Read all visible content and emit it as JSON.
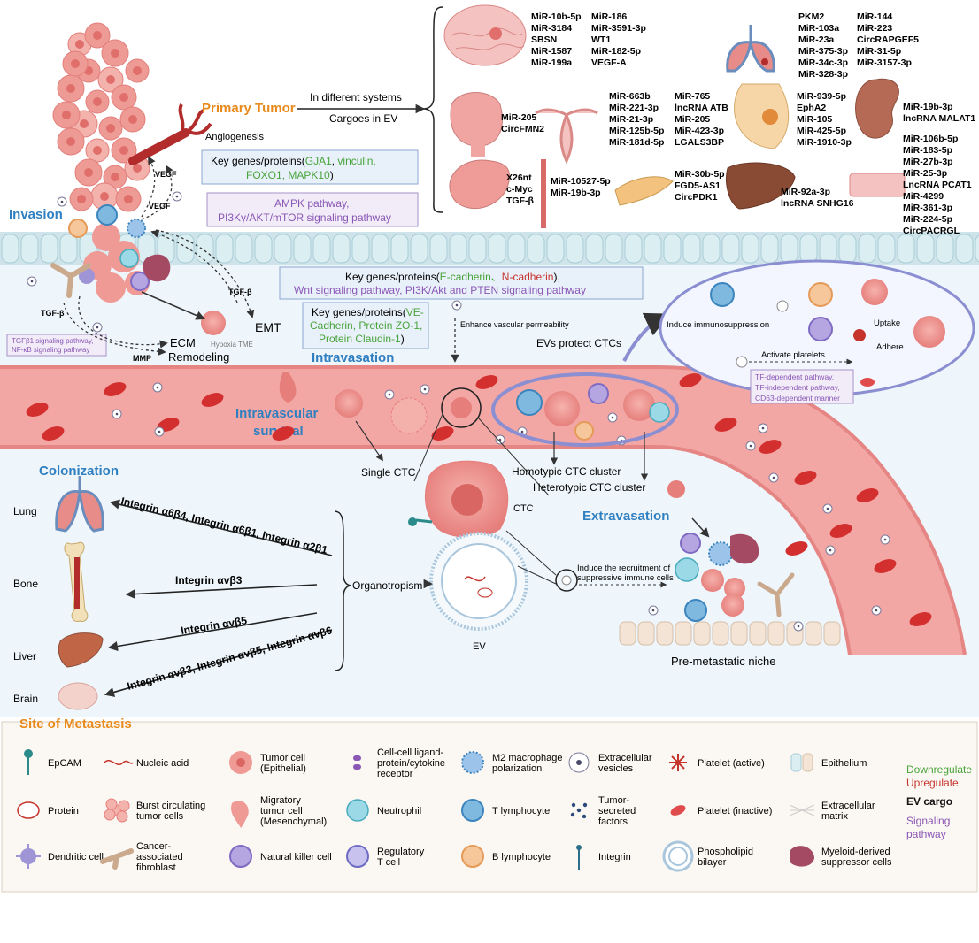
{
  "stages": {
    "primary_tumor": "Primary Tumor",
    "invasion": "Invasion",
    "intravasation": "Intravasation",
    "intravascular_survival_1": "Intravascular",
    "intravascular_survival_2": "survival",
    "colonization": "Colonization",
    "extravasation": "Extravasation",
    "site_of_metastasis": "Site of Metastasis"
  },
  "labels": {
    "angiogenesis": "Angiogenesis",
    "vegf": "VEGF",
    "tgfb": "TGF-β",
    "mmp": "MMP",
    "emt": "EMT",
    "ecm_1": "ECM",
    "ecm_2": "Remodeling",
    "hypoxia": "Hypoxia TME",
    "in_different_systems": "In different systems",
    "cargoes_in_ev": "Cargoes in EV",
    "enhance_permeability": "Enhance vascular permeability",
    "evs_protect": "EVs protect CTCs",
    "induce_immuno": "Induce immunosuppression",
    "uptake": "Uptake",
    "adhere": "Adhere",
    "activate_platelets": "Activate platelets",
    "single_ctc": "Single CTC",
    "homotypic": "Homotypic CTC cluster",
    "heterotypic": "Heterotypic CTC cluster",
    "ctc": "CTC",
    "ev": "EV",
    "organotropism": "Organotropism",
    "recruit_1": "Induce the recruitment of",
    "recruit_2": "suppressive immune cells",
    "pre_metastatic": "Pre-metastatic niche"
  },
  "boxes": {
    "gja1": {
      "prefix": "Key genes/proteins(",
      "items": [
        "GJA1",
        "vinculin,"
      ],
      "line2": [
        "FOXO1",
        "MAPK10"
      ],
      "suffix": ")"
    },
    "ampk_1": "AMPK pathway,",
    "ampk_2": "PI3Kγ/AKT/mTOR signaling pathway",
    "ecad": {
      "prefix": "Key genes/proteins(",
      "green": "E-cadherin、",
      "red": "N-cadherin",
      "suffix": "),",
      "line2": "Wnt signaling pathway, PI3K/Akt and PTEN signaling pathway"
    },
    "ve": {
      "prefix": "Key genes/proteins(",
      "g1": "VE-",
      "g2": "Cadherin, Protein ZO-1,",
      "g3": "Protein Claudin-1",
      "suffix": ")"
    },
    "tgfb1_1": "TGFβ1 signaling pathway,",
    "tgfb1_2": "NF-κB signaling pathway",
    "tf_1": "TF-dependent pathway,",
    "tf_2": "TF-independent pathway,",
    "tf_3": "CD63-dependent manner"
  },
  "cargo": {
    "brain_a": [
      "MiR-10b-5p",
      "MiR-3184",
      "SBSN",
      "MiR-1587",
      "MiR-199a"
    ],
    "brain_b": [
      "MiR-186",
      "MiR-3591-3p",
      "WT1",
      "MiR-182-5p",
      "VEGF-A"
    ],
    "lung_a": [
      "PKM2",
      "MiR-103a",
      "MiR-23a",
      "MiR-375-3p",
      "MiR-34c-3p",
      "MiR-328-3p"
    ],
    "lung_b": [
      "MiR-144",
      "MiR-223",
      "CircRAPGEF5",
      "MiR-31-5p",
      "MiR-3157-3p"
    ],
    "bladder": [
      "MiR-205",
      "CircFMN2"
    ],
    "uterus_a": [
      "MiR-663b",
      "MiR-221-3p",
      "MiR-21-3p",
      "MiR-125b-5p",
      "MiR-181d-5p"
    ],
    "uterus_b": [
      "MiR-765",
      "lncRNA ATB",
      "MiR-205",
      "MiR-423-3p",
      "LGALS3BP"
    ],
    "breast": [
      "MiR-939-5p",
      "EphA2",
      "MiR-105",
      "MiR-425-5p",
      "MiR-1910-3p"
    ],
    "kidney": [
      "MiR-19b-3p",
      "lncRNA MALAT1"
    ],
    "stomach": [
      "X26nt",
      "c-Myc",
      "TGF-β"
    ],
    "vessel": [
      "MiR-10527-5p",
      "MiR-19b-3p"
    ],
    "pancreas": [
      "MiR-30b-5p",
      "FGD5-AS1",
      "CircPDK1"
    ],
    "liver": [
      "MiR-92a-3p",
      "lncRNA SNHG16"
    ],
    "colon": [
      "MiR-106b-5p",
      "MiR-183-5p",
      "MiR-27b-3p",
      "MiR-25-3p",
      "LncRNA PCAT1",
      "MiR-4299",
      "MiR-361-3p",
      "MiR-224-5p",
      "CircPACRGL"
    ]
  },
  "organs": {
    "lung": "Lung",
    "bone": "Bone",
    "liver": "Liver",
    "brain": "Brain",
    "integrin_lung": "Integrin α6β4, Integrin α6β1, Integrin α2β1",
    "integrin_bone": "Integrin αvβ3",
    "integrin_liver": "Integrin αvβ5",
    "integrin_brain": "Integrin αvβ3, Integrin αvβ5, Integrin αvβ6"
  },
  "legend": {
    "items": [
      [
        "EpCAM"
      ],
      [
        "Nucleic acid"
      ],
      [
        "Tumor cell",
        "(Epithelial)"
      ],
      [
        "Cell-cell ligand-",
        "protein/cytokine",
        "receptor"
      ],
      [
        "M2 macrophage",
        "polarization"
      ],
      [
        "Extracellular",
        "vesicles"
      ],
      [
        "Platelet (active)"
      ],
      [
        "Epithelium"
      ],
      [
        "Protein"
      ],
      [
        "Burst circulating",
        "tumor cells"
      ],
      [
        "Migratory",
        "tumor cell",
        "(Mesenchymal)"
      ],
      [
        "Neutrophil"
      ],
      [
        "T lymphocyte"
      ],
      [
        "Tumor-",
        "secreted",
        "factors"
      ],
      [
        "Platelet (inactive)"
      ],
      [
        "Extracellular",
        "matrix"
      ],
      [
        "Dendritic cell"
      ],
      [
        "Cancer-",
        "associated",
        "fibroblast"
      ],
      [
        "Natural killer cell"
      ],
      [
        "Regulatory",
        "T cell"
      ],
      [
        "B lymphocyte"
      ],
      [
        "Integrin"
      ],
      [
        "Phospholipid",
        "bilayer"
      ],
      [
        "Myeloid-derived",
        "suppressor cells"
      ]
    ],
    "key_down": "Downregulate",
    "key_up": "Upregulate",
    "key_ev": "EV cargo",
    "key_sig_1": "Signaling",
    "key_sig_2": "pathway"
  },
  "colors": {
    "stage_orange": "#e88a1c",
    "stage_blue": "#2f7fc1",
    "down_green": "#48a43a",
    "up_red": "#c6332b",
    "signal_purple": "#8a57b5",
    "vessel": "#f2a7a5",
    "vessel_dark": "#e58684",
    "tumor": "#f08d8a"
  }
}
